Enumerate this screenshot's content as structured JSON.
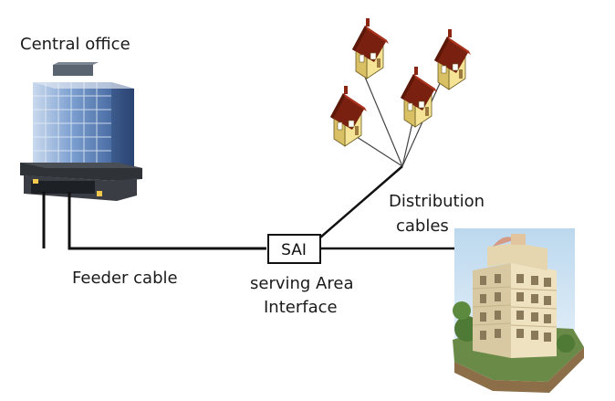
{
  "labels": {
    "central_office": "Central office",
    "feeder_cable": "Feeder cable",
    "sai_box": "SAI",
    "sai_line1": "serving Area",
    "sai_line2": "Interface",
    "distribution_line1": "Distribution",
    "distribution_line2": "cables"
  },
  "colors": {
    "line": "#111111",
    "building_glass": "#6f93c8",
    "house_wall": "#f2df86",
    "house_roof": "#7a2010",
    "apartment_wall": "#efe2c0"
  },
  "icons": [
    "office-building-icon",
    "house-icon",
    "apartment-building-icon"
  ]
}
